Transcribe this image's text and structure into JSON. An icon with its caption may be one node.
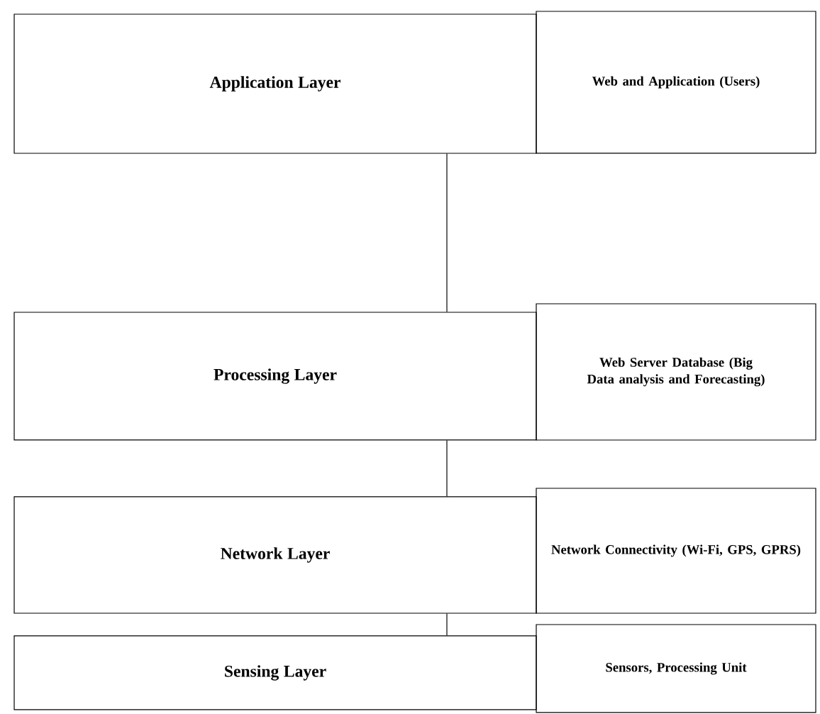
{
  "diagram": {
    "nodes": [
      {
        "text": [
          "Application Layer"
        ]
      },
      {
        "text": [
          "Web and Application (Users)"
        ]
      },
      {
        "text": [
          "Processing Layer"
        ]
      },
      {
        "text": [
          "Web Server Database (Big Data analysis and Forecasting)"
        ]
      },
      {
        "text": [
          "Network Layer"
        ]
      },
      {
        "text": [
          "Network Connectivity (Wi-Fi, GPS, GPRS)"
        ]
      },
      {
        "text": [
          "Sensing Layer"
        ]
      },
      {
        "text": [
          "Sensors, Processing Unit"
        ]
      }
    ],
    "edges": [
      {
        "from": 0,
        "to": 2,
        "arrow": "none"
      },
      {
        "from": 2,
        "to": 4,
        "arrow": "none"
      },
      {
        "from": 4,
        "to": 6,
        "arrow": "none"
      }
    ]
  }
}
